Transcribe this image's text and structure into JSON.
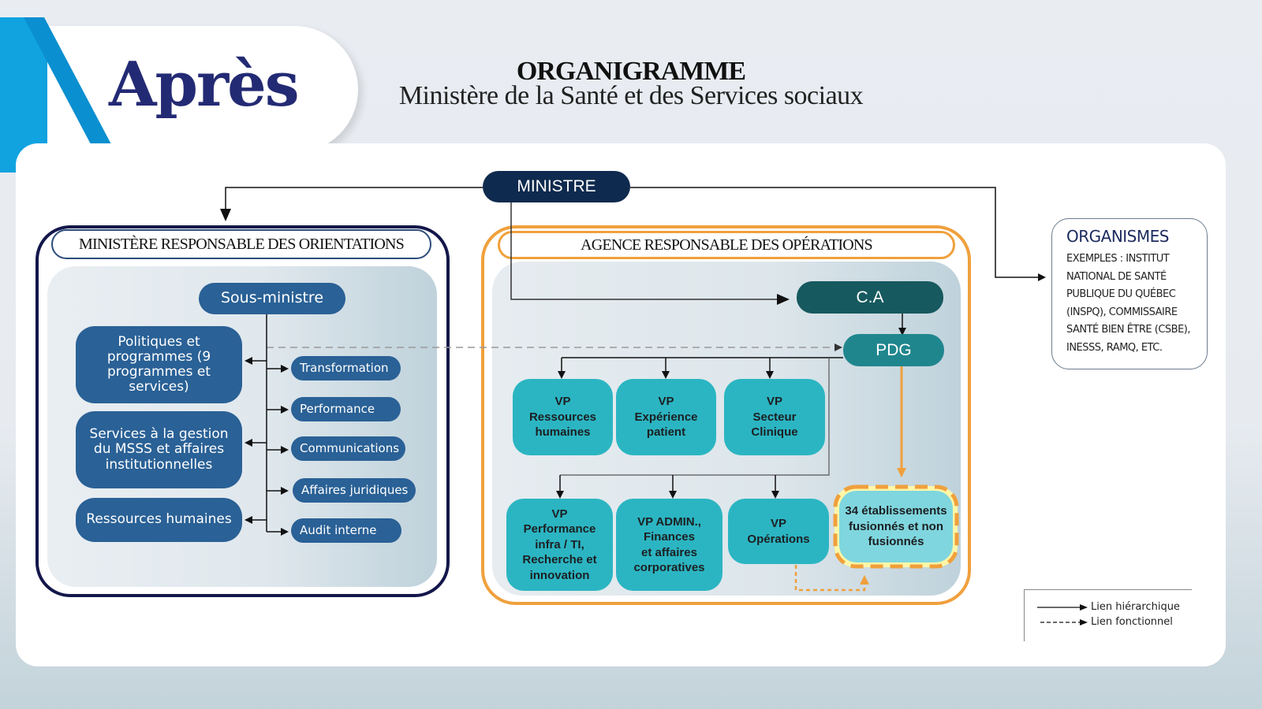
{
  "header": {
    "badge": "Après",
    "title": "ORGANIGRAMME",
    "subtitle": "Ministère de la Santé et des Services sociaux"
  },
  "colors": {
    "navy": "#0e2a4e",
    "ministry_border": "#13174a",
    "ministry_pill": "#2a6196",
    "agency_border": "#f0a03c",
    "ca": "#16595f",
    "pdg": "#20868e",
    "vp": "#2bb5c2",
    "establishments": "#7fd6de",
    "accent_blue": "#11a3e0"
  },
  "top": {
    "ministre": "MINISTRE"
  },
  "ministry": {
    "label": "MINISTÈRE RESPONSABLE DES ORIENTATIONS",
    "sous_ministre": "Sous-ministre",
    "blocks": [
      "Politiques et programmes (9 programmes et services)",
      "Services à la gestion du MSSS et affaires institutionnelles",
      "Ressources humaines"
    ],
    "services": [
      "Transformation",
      "Performance",
      "Communications",
      "Affaires juridiques",
      "Audit interne"
    ]
  },
  "agency": {
    "label": "AGENCE RESPONSABLE DES OPÉRATIONS",
    "ca": "C.A",
    "pdg": "PDG",
    "vps_row1": [
      "VP\nRessources\nhumaines",
      "VP\nExpérience\npatient",
      "VP\nSecteur\nClinique"
    ],
    "vps_row2": [
      "VP\nPerformance\ninfra / TI,\nRecherche et\ninnovation",
      "VP ADMIN.,\nFinances\net affaires\ncorporatives",
      "VP\nOpérations"
    ],
    "establishments": "34 établissements fusionnés et non fusionnés"
  },
  "organismes": {
    "title": "ORGANISMES",
    "body": "EXEMPLES : INSTITUT\nNATIONAL DE SANTÉ\nPUBLIQUE DU QUÉBEC\n(INSPQ), COMMISSAIRE\nSANTÉ BIEN ÊTRE (CSBE),\nINESSS, RAMQ, ETC."
  },
  "legend": {
    "hierarchical": "Lien hiérarchique",
    "functional": "Lien fonctionnel"
  }
}
